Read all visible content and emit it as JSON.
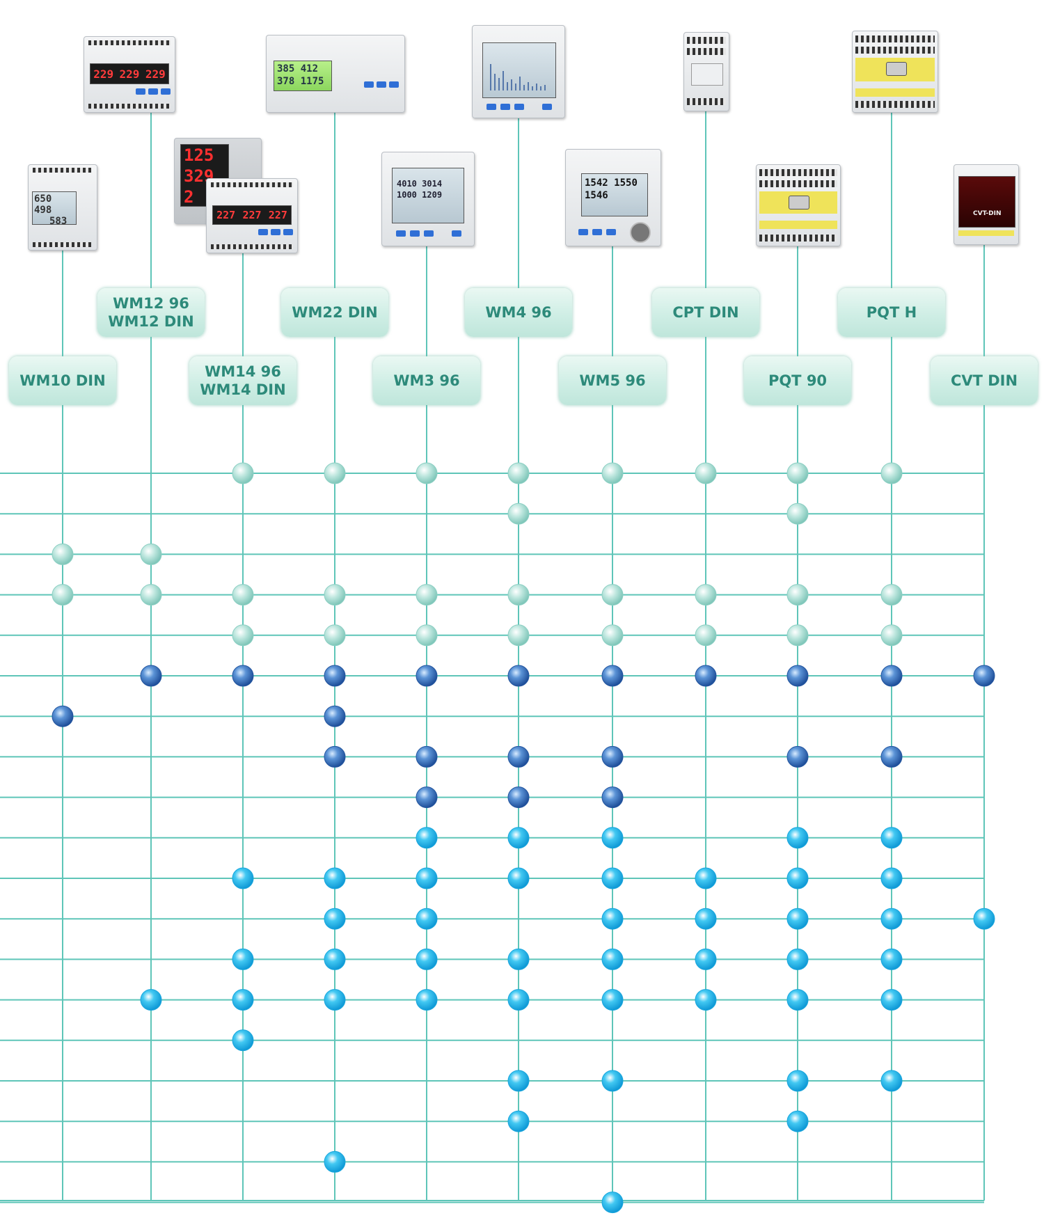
{
  "colors": {
    "line": "#5ec5b8",
    "label_text": "#2d8a7a",
    "dot_teal": "#a9ddd4",
    "dot_blue": "#3f79c4",
    "dot_cyan": "#2cc0ee"
  },
  "columns": [
    {
      "id": "wm10",
      "label": [
        "WM10 DIN"
      ]
    },
    {
      "id": "wm12",
      "label": [
        "WM12 96",
        "WM12 DIN"
      ]
    },
    {
      "id": "wm14",
      "label": [
        "WM14 96",
        "WM14 DIN"
      ]
    },
    {
      "id": "wm22",
      "label": [
        "WM22 DIN"
      ]
    },
    {
      "id": "wm3",
      "label": [
        "WM3 96"
      ]
    },
    {
      "id": "wm4",
      "label": [
        "WM4 96"
      ]
    },
    {
      "id": "wm5",
      "label": [
        "WM5 96"
      ]
    },
    {
      "id": "cpt",
      "label": [
        "CPT DIN"
      ]
    },
    {
      "id": "pqt90",
      "label": [
        "PQT 90"
      ]
    },
    {
      "id": "pqth",
      "label": [
        "PQT H"
      ]
    },
    {
      "id": "cvt",
      "label": [
        "CVT DIN"
      ]
    }
  ],
  "rows": 19,
  "matrix": [
    {
      "row": 1,
      "type": "teal",
      "cols": [
        2,
        3,
        4,
        5,
        6,
        7,
        8,
        9
      ]
    },
    {
      "row": 2,
      "type": "teal",
      "cols": [
        5,
        8
      ]
    },
    {
      "row": 3,
      "type": "teal",
      "cols": [
        0,
        1
      ]
    },
    {
      "row": 4,
      "type": "teal",
      "cols": [
        0,
        1,
        2,
        3,
        4,
        5,
        6,
        7,
        8,
        9
      ]
    },
    {
      "row": 5,
      "type": "teal",
      "cols": [
        2,
        3,
        4,
        5,
        6,
        7,
        8,
        9
      ]
    },
    {
      "row": 6,
      "type": "blue",
      "cols": [
        1,
        2,
        3,
        4,
        5,
        6,
        7,
        8,
        9,
        10
      ]
    },
    {
      "row": 7,
      "type": "blue",
      "cols": [
        0,
        3
      ]
    },
    {
      "row": 8,
      "type": "blue",
      "cols": [
        3,
        4,
        5,
        6,
        8,
        9
      ]
    },
    {
      "row": 9,
      "type": "blue",
      "cols": [
        4,
        5,
        6
      ]
    },
    {
      "row": 10,
      "type": "cyan",
      "cols": [
        4,
        5,
        6,
        8,
        9
      ]
    },
    {
      "row": 11,
      "type": "cyan",
      "cols": [
        2,
        3,
        4,
        5,
        6,
        7,
        8,
        9
      ]
    },
    {
      "row": 12,
      "type": "cyan",
      "cols": [
        3,
        4,
        6,
        7,
        8,
        9,
        10
      ]
    },
    {
      "row": 13,
      "type": "cyan",
      "cols": [
        2,
        3,
        4,
        5,
        6,
        7,
        8,
        9
      ]
    },
    {
      "row": 14,
      "type": "cyan",
      "cols": [
        1,
        2,
        3,
        4,
        5,
        6,
        7,
        8,
        9
      ]
    },
    {
      "row": 15,
      "type": "cyan",
      "cols": [
        2
      ]
    },
    {
      "row": 16,
      "type": "cyan",
      "cols": [
        5,
        6,
        8,
        9
      ]
    },
    {
      "row": 17,
      "type": "cyan",
      "cols": [
        5,
        8
      ]
    },
    {
      "row": 18,
      "type": "cyan",
      "cols": [
        3
      ]
    },
    {
      "row": 19,
      "type": "cyan",
      "cols": [
        6
      ]
    }
  ],
  "device_readouts": {
    "wm10": [
      "650",
      "498",
      "583"
    ],
    "wm12": [
      "229",
      "229",
      "229"
    ],
    "wm14_panel": [
      "125",
      "329",
      "2"
    ],
    "wm14_din": [
      "227",
      "227",
      "227"
    ],
    "wm22": [
      "385",
      "412",
      "378",
      "1175"
    ],
    "wm3": [
      "4010",
      "3014",
      "1000",
      "1209"
    ],
    "wm5": [
      "1542",
      "1550",
      "1546"
    ],
    "cvt": [
      "CVT-DIN"
    ]
  }
}
